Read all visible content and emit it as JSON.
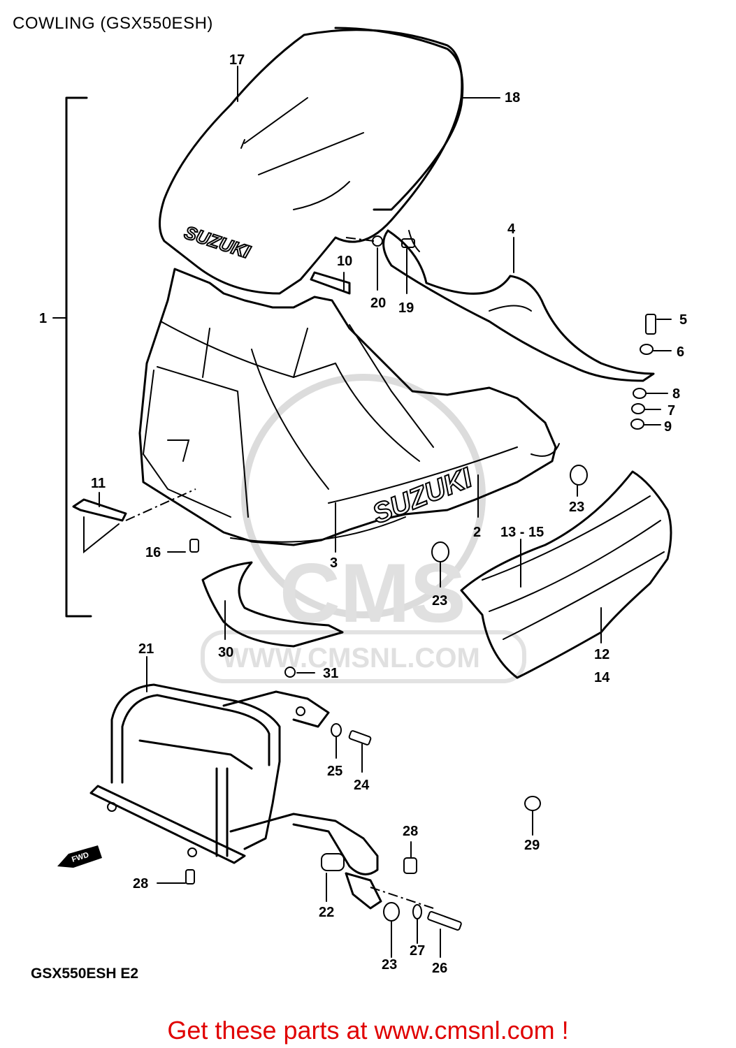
{
  "title": "COWLING (GSX550ESH)",
  "model_code": "GSX550ESH E2",
  "call_to_action": "Get these parts at www.cmsnl.com !",
  "watermark": {
    "text": "CMS",
    "url": "WWW.CMSNL.COM"
  },
  "brand_marks": [
    "SUZUKI",
    "SUZUKI"
  ],
  "fwd_label": "FWD",
  "callouts": {
    "c1": "1",
    "c2": "2",
    "c3": "3",
    "c4": "4",
    "c5": "5",
    "c6": "6",
    "c7": "7",
    "c8": "8",
    "c9": "9",
    "c10": "10",
    "c11": "11",
    "c12": "12",
    "c13_15": "13 - 15",
    "c14": "14",
    "c16": "16",
    "c17": "17",
    "c18": "18",
    "c19": "19",
    "c20": "20",
    "c21": "21",
    "c22": "22",
    "c23a": "23",
    "c23b": "23",
    "c23c": "23",
    "c24": "24",
    "c25": "25",
    "c26": "26",
    "c27": "27",
    "c28a": "28",
    "c28b": "28",
    "c29": "29",
    "c30": "30",
    "c31": "31"
  },
  "colors": {
    "cta": "#e00000",
    "line": "#000000",
    "watermark": "#dcdcdc"
  }
}
